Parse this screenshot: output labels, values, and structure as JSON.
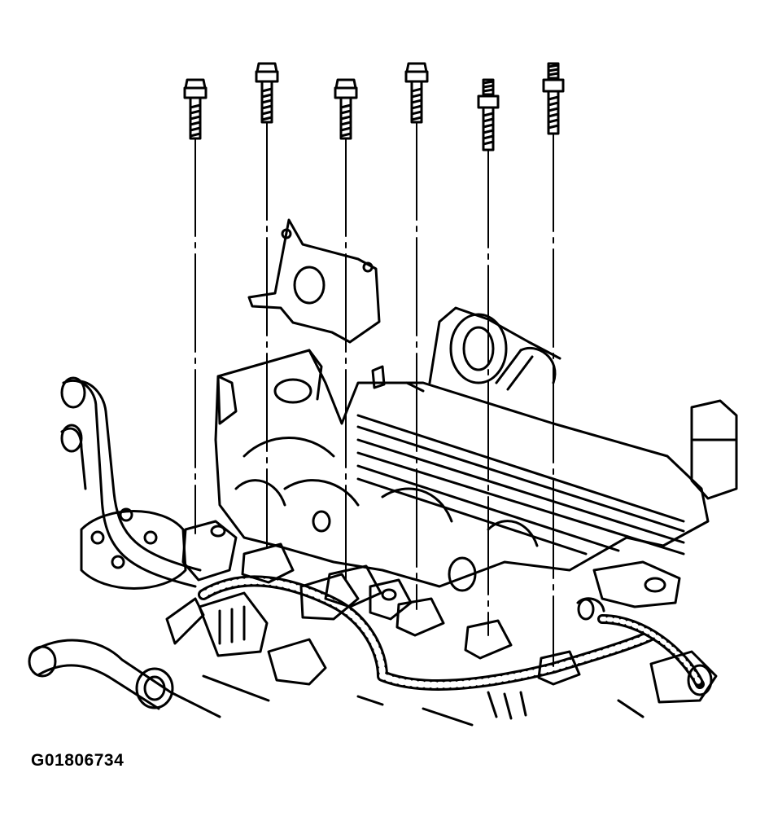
{
  "figure": {
    "caption": "G01806734",
    "colors": {
      "ink": "#000000",
      "paper": "#ffffff"
    },
    "bolts": [
      {
        "kind": "bolt"
      },
      {
        "kind": "bolt"
      },
      {
        "kind": "bolt"
      },
      {
        "kind": "bolt"
      },
      {
        "kind": "stud"
      },
      {
        "kind": "stud"
      }
    ]
  }
}
